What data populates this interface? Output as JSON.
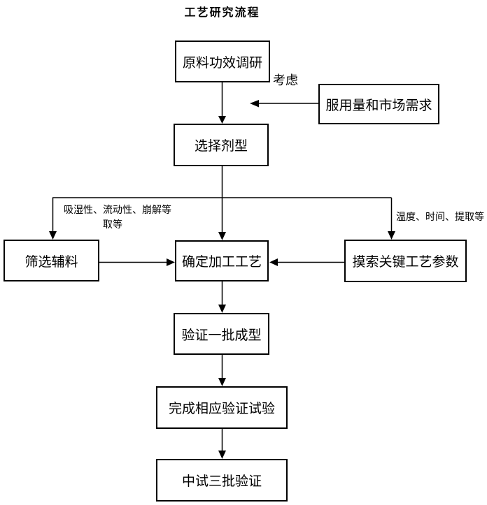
{
  "page_title": "工艺研究流程",
  "nodes": {
    "raw_material_research": "原料功效调研",
    "dosage_market_demand": "服用量和市场需求",
    "select_dosage_form": "选择剂型",
    "screen_excipients": "筛选辅料",
    "determine_process": "确定加工工艺",
    "explore_key_parameters": "摸索关键工艺参数",
    "verify_batch_forming": "验证一批成型",
    "complete_verification_tests": "完成相应验证试验",
    "pilot_three_batch_validation": "中试三批验证"
  },
  "annotations": {
    "consider": "考虑",
    "excipient_properties_line1": "吸湿性、流动性、崩解等",
    "excipient_properties_line2": "取等",
    "process_parameters": "温度、时间、提取等"
  },
  "colors": {
    "line": "#000000",
    "background": "#ffffff",
    "text": "#000000"
  }
}
